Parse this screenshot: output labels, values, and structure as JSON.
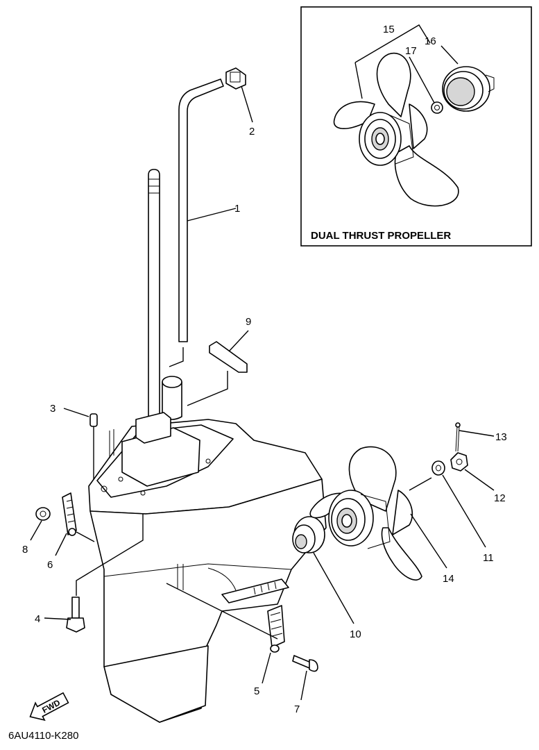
{
  "diagram": {
    "figure_code": "6AU4110-K280",
    "fwd_label": "FWD",
    "inset_title": "DUAL THRUST PROPELLER",
    "callouts": [
      "1",
      "2",
      "3",
      "4",
      "5",
      "6",
      "7",
      "8",
      "9",
      "10",
      "11",
      "12",
      "13",
      "14",
      "15",
      "16",
      "17"
    ]
  }
}
